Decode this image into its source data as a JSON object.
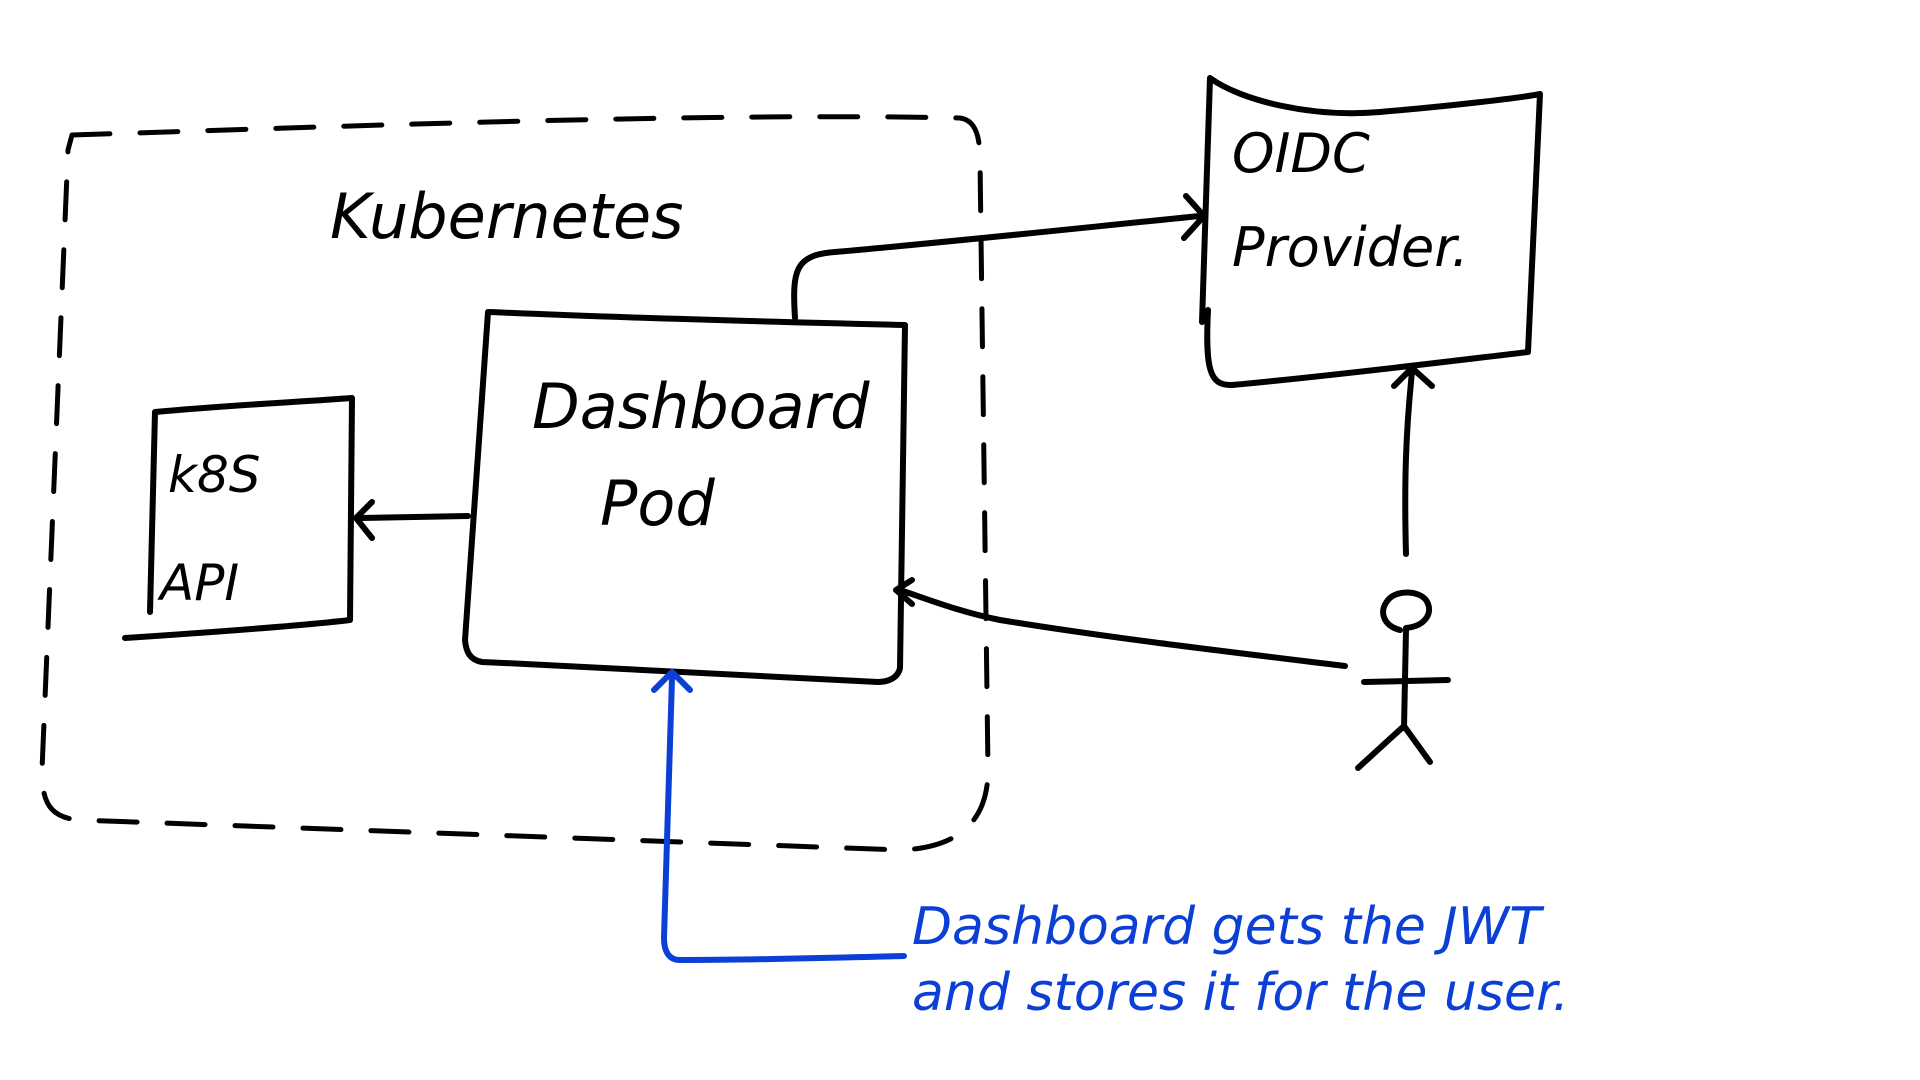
{
  "colors": {
    "ink": "#000000",
    "annotation": "#0b3fd6",
    "background": "#ffffff"
  },
  "cluster": {
    "title": "Kubernetes"
  },
  "k8s_api": {
    "line1": "k8S",
    "line2": "API"
  },
  "dashboard_pod": {
    "line1": "Dashboard",
    "line2": "Pod"
  },
  "oidc_provider": {
    "line1": "OIDC",
    "line2": "Provider."
  },
  "user": {
    "icon": "stick-figure-icon"
  },
  "annotation": {
    "line1": "Dashboard gets the JWT",
    "line2": "and stores it for the user."
  }
}
